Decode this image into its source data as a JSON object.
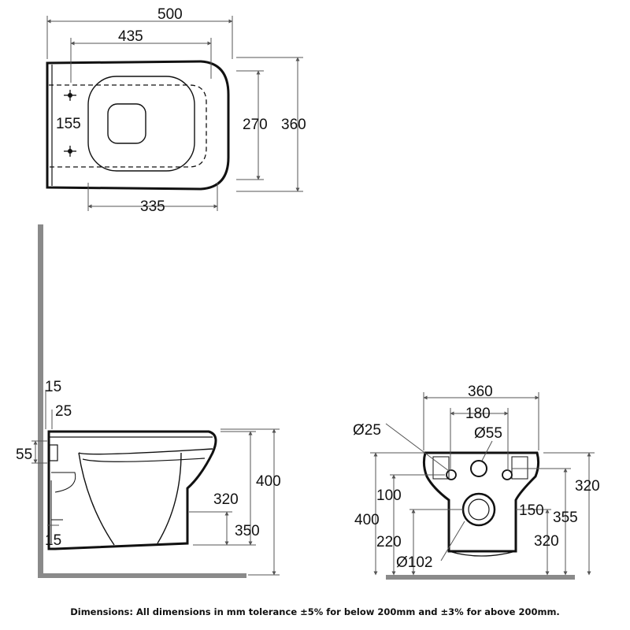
{
  "plan_view": {
    "overall_width": "500",
    "fixing_span": "435",
    "fixing_centres": "155",
    "seat_depth": "270",
    "overall_depth": "360",
    "bowl_length": "335"
  },
  "side_view": {
    "fixing_offset_top": "15",
    "fixing_offset_inner": "25",
    "inlet_height": "55",
    "bowl_height": "320",
    "rim_height": "400",
    "base_height": "350",
    "bottom_offset": "15"
  },
  "rear_view": {
    "overall_width": "360",
    "fixing_centres": "180",
    "fixing_hole": "Ø25",
    "inlet_diameter": "Ø55",
    "fixing_height": "100",
    "overall_height": "400",
    "outlet_height": "220",
    "outlet_diameter": "Ø102",
    "inlet_height": "320",
    "outlet_offset": "150",
    "body_height": "355",
    "base_width": "320"
  },
  "footer": {
    "note": "Dimensions: All dimensions in mm tolerance ±5% for below 200mm and ±3% for above 200mm."
  },
  "colors": {
    "line": "#111111",
    "dim_line": "#555555",
    "wall": "#8a8a8a"
  }
}
